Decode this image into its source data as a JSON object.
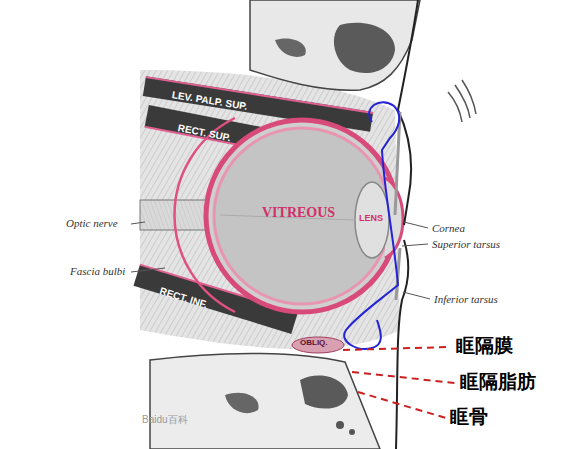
{
  "diagram": {
    "labels": [
      "LEV. PALP. SUP.",
      "RECT. SUP.",
      "VITREOUS",
      "LENS",
      "Optic nerve",
      "Fascia bulbi",
      "RECT. INF.",
      "OBLIQ.",
      "Cornea",
      "Superior tarsus",
      "Inferior tarsus",
      "眶隔膜",
      "眶隔脂肪",
      "眶骨",
      "Baidu百科"
    ]
  }
}
